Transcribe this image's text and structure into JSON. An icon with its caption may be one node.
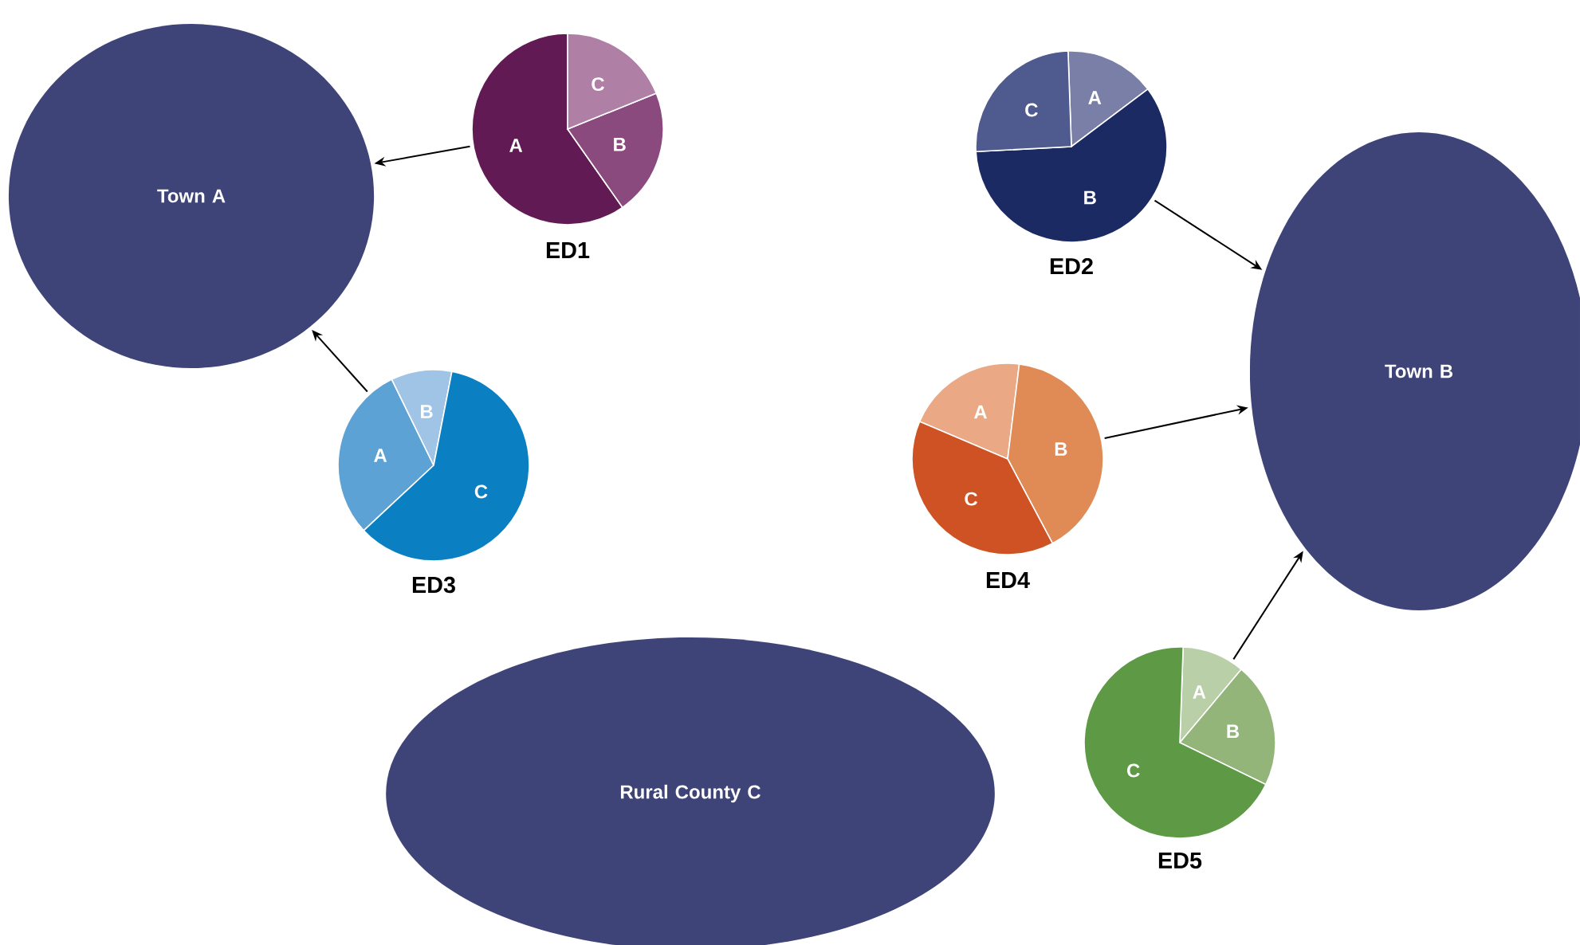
{
  "diagram": {
    "nodes": [
      {
        "text": [
          "Town A"
        ]
      },
      {
        "text": [
          "A",
          "B",
          "C"
        ],
        "beside": [
          "ED1"
        ]
      },
      {
        "text": [
          "A",
          "B",
          "C"
        ],
        "beside": [
          "ED2"
        ]
      },
      {
        "text": [
          "Town B"
        ]
      },
      {
        "text": [
          "A",
          "B",
          "C"
        ],
        "beside": [
          "ED3"
        ]
      },
      {
        "text": [
          "A",
          "B",
          "C"
        ],
        "beside": [
          "ED4"
        ]
      },
      {
        "text": [
          "Rural County C"
        ]
      },
      {
        "text": [
          "A",
          "B",
          "C"
        ],
        "beside": [
          "ED5"
        ]
      }
    ],
    "edges": [
      {
        "from": 1,
        "to": 0,
        "arrow": "to"
      },
      {
        "from": 4,
        "to": 0,
        "arrow": "to"
      },
      {
        "from": 2,
        "to": 3,
        "arrow": "to"
      },
      {
        "from": 5,
        "to": 3,
        "arrow": "to"
      },
      {
        "from": 7,
        "to": 3,
        "arrow": "to"
      }
    ]
  }
}
